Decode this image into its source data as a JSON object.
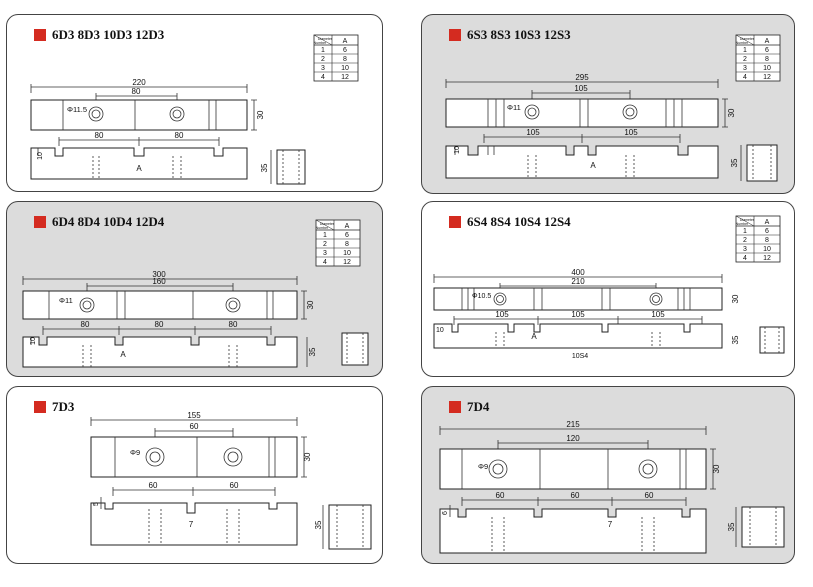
{
  "panels": [
    {
      "id": "d3",
      "title": "6D3  8D3  10D3  12D3",
      "style": "white",
      "table": {
        "header_diag_top": "Diameter",
        "header_diag_bottom": "Number",
        "header_col": "A",
        "rows": [
          [
            "1",
            "6"
          ],
          [
            "2",
            "8"
          ],
          [
            "3",
            "10"
          ],
          [
            "4",
            "12"
          ]
        ]
      },
      "dims": {
        "total": "220",
        "hole_spacing": "80",
        "height": "30",
        "hole_dia": "Φ11.5",
        "slot_left": "80",
        "slot_right": "80",
        "depth": "10",
        "side_height": "35",
        "section": "A"
      }
    },
    {
      "id": "s3",
      "title": "6S3  8S3  10S3  12S3",
      "style": "gray",
      "table": {
        "header_diag_top": "Diameter",
        "header_diag_bottom": "Number",
        "header_col": "A",
        "rows": [
          [
            "1",
            "6"
          ],
          [
            "2",
            "8"
          ],
          [
            "3",
            "10"
          ],
          [
            "4",
            "12"
          ]
        ]
      },
      "dims": {
        "total": "295",
        "hole_spacing": "105",
        "height": "30",
        "hole_dia": "Φ11",
        "slot_left": "105",
        "slot_right": "105",
        "depth": "10",
        "side_height": "35",
        "section": "A"
      }
    },
    {
      "id": "d4",
      "title": "6D4  8D4  10D4  12D4",
      "style": "gray",
      "table": {
        "header_diag_top": "Diameter",
        "header_diag_bottom": "Number",
        "header_col": "A",
        "rows": [
          [
            "1",
            "6"
          ],
          [
            "2",
            "8"
          ],
          [
            "3",
            "10"
          ],
          [
            "4",
            "12"
          ]
        ]
      },
      "dims": {
        "total": "300",
        "hole_spacing": "160",
        "height": "30",
        "hole_dia": "Φ11",
        "slot_1": "80",
        "slot_2": "80",
        "slot_3": "80",
        "depth": "10",
        "side_height": "35",
        "section": "A"
      }
    },
    {
      "id": "s4",
      "title": "6S4  8S4  10S4  12S4",
      "style": "white",
      "table": {
        "header_diag_top": "Diameter",
        "header_diag_bottom": "Number",
        "header_col": "A",
        "rows": [
          [
            "1",
            "6"
          ],
          [
            "2",
            "8"
          ],
          [
            "3",
            "10"
          ],
          [
            "4",
            "12"
          ]
        ]
      },
      "dims": {
        "total": "400",
        "hole_spacing": "210",
        "height": "30",
        "hole_dia": "Φ10.5",
        "slot_1": "105",
        "slot_2": "105",
        "slot_3": "105",
        "depth": "10",
        "side_height": "35",
        "section": "A",
        "part_label": "10S4"
      }
    },
    {
      "id": "d7_3",
      "title": "7D3",
      "style": "white",
      "dims": {
        "total": "155",
        "hole_spacing": "60",
        "height": "30",
        "hole_dia": "Φ9",
        "slot_left": "60",
        "slot_right": "60",
        "depth": "5",
        "side_height": "35",
        "section": "7"
      }
    },
    {
      "id": "d7_4",
      "title": "7D4",
      "style": "gray",
      "dims": {
        "total": "215",
        "hole_spacing": "120",
        "height": "30",
        "hole_dia": "Φ9",
        "slot_1": "60",
        "slot_2": "60",
        "slot_3": "60",
        "depth": "6",
        "side_height": "35",
        "section": "7"
      }
    }
  ]
}
